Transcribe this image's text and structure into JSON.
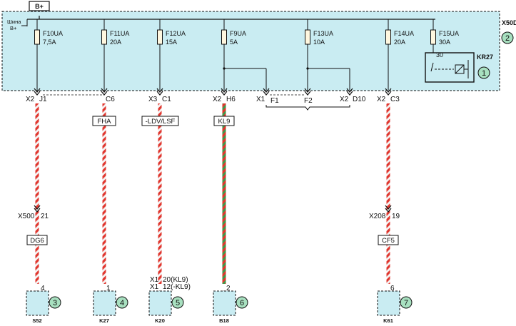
{
  "supply": {
    "label": "B+"
  },
  "busbar": {
    "line1": "Шина",
    "line2": "B+"
  },
  "module": {
    "label": "X50D",
    "number": "2"
  },
  "fuses": [
    {
      "name": "F10UA",
      "rating": "7,5A"
    },
    {
      "name": "F11UA",
      "rating": "20A"
    },
    {
      "name": "F12UA",
      "rating": "15A"
    },
    {
      "name": "F9UA",
      "rating": "5A"
    },
    {
      "name": "F13UA",
      "rating": "10A"
    },
    {
      "name": "F14UA",
      "rating": "20A"
    },
    {
      "name": "F15UA",
      "rating": "30A"
    }
  ],
  "relay": {
    "name": "KR27",
    "pin": "30",
    "number": "1"
  },
  "module_connectors": [
    {
      "conn": "X2",
      "pin": "J1"
    },
    {
      "conn": "",
      "pin": "C6"
    },
    {
      "conn": "X3",
      "pin": "C1"
    },
    {
      "conn": "X2",
      "pin": "H6"
    },
    {
      "conn": "X1",
      "pin": "F1"
    },
    {
      "conn": "",
      "pin": "F2"
    },
    {
      "conn": "X2",
      "pin": "D10"
    },
    {
      "conn": "X2",
      "pin": "C3"
    }
  ],
  "circuit_labels": [
    "FHA",
    "-LDV/LSF",
    "KL9",
    "DG6",
    "CF5"
  ],
  "inline_connectors": [
    {
      "conn": "X500",
      "pin": "21"
    },
    {
      "conn": "X208",
      "pin": "19"
    }
  ],
  "k20_pins": [
    {
      "conn": "X1",
      "pin": "20(KL9)"
    },
    {
      "conn": "X1",
      "pin": "12(-KL9)"
    }
  ],
  "components": [
    {
      "name": "S52",
      "number": "3",
      "pin": "4"
    },
    {
      "name": "K27",
      "number": "4",
      "pin": "1"
    },
    {
      "name": "K20",
      "number": "5",
      "pin": ""
    },
    {
      "name": "B18",
      "number": "6",
      "pin": "2"
    },
    {
      "name": "K61",
      "number": "7",
      "pin": "6"
    }
  ],
  "colors": {
    "module_fill": "#c9ecf2",
    "number_circle_fill": "#a8e0c0",
    "wire_red": "#e0362e",
    "wire_green": "#3a9a4a",
    "wire_white": "#f4f4f4",
    "line": "#111111"
  }
}
